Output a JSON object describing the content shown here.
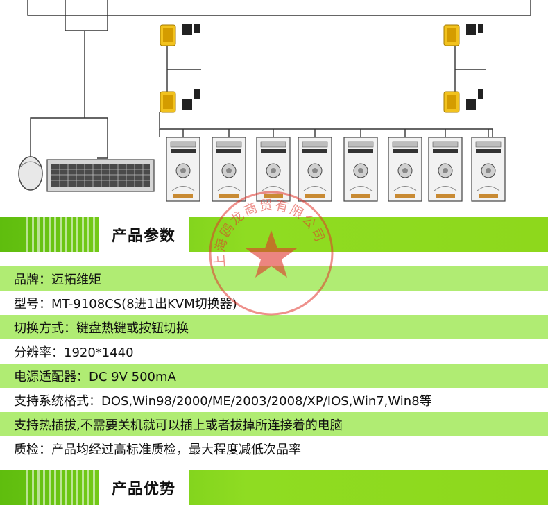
{
  "sections": [
    {
      "title": "产品参数"
    },
    {
      "title": "产品优势"
    }
  ],
  "specs": [
    "品牌：迈拓维矩",
    "型号：MT-9108CS(8进1出KVM切换器)",
    "切换方式：键盘热键或按钮切换",
    "分辨率：1920*1440",
    "电源适配器：DC 9V 500mA",
    "支持系统格式：DOS,Win98/2000/ME/2003/2008/XP/IOS,Win7,Win8等",
    "支持热插拔,不需要关机就可以插上或者拔掉所连接着的电脑",
    "质检：产品均经过高标准质检，最大程度减低次品率"
  ],
  "seal": {
    "text": "上海鸥龙商贸有限公司",
    "color": "#e0342b"
  },
  "colors": {
    "banner": "#8ed81c",
    "row_highlight": "#b0ec73"
  }
}
